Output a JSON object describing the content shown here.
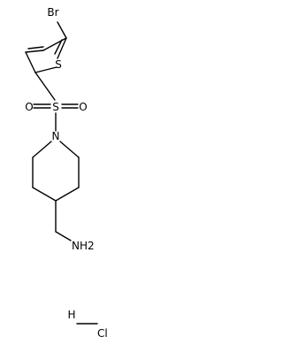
{
  "molecule": {
    "atoms": {
      "bromine": "Br",
      "sulfur_ring": "S",
      "sulfonyl_sulfur": "S",
      "oxygen_left": "O",
      "oxygen_right": "O",
      "piperidine_nitrogen": "N",
      "amine": "NH2",
      "hydrogen": "H",
      "chlorine": "Cl"
    }
  }
}
